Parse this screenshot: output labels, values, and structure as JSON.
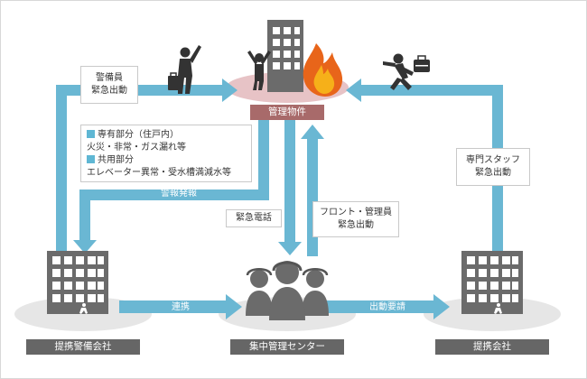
{
  "nodes": {
    "property": "管理物件",
    "security_company": "提携警備会社",
    "center": "集中管理センター",
    "partner": "提携会社"
  },
  "boxes": {
    "guard": {
      "line1": "警備員",
      "line2": "緊急出動"
    },
    "areas": {
      "private_head": "専有部分（住戸内）",
      "private_body": "火災・非常・ガス漏れ等",
      "common_head": "共用部分",
      "common_body": "エレベーター異常・受水槽満減水等"
    },
    "emergency_call": "緊急電話",
    "front": {
      "line1": "フロント・管理員",
      "line2": "緊急出動"
    },
    "staff": {
      "line1": "専門スタッフ",
      "line2": "緊急出動"
    }
  },
  "flows": {
    "alarm": "警報発報",
    "link": "連携",
    "dispatch_request": "出動要請"
  },
  "colors": {
    "arrow": "#6ab7d3",
    "label_bg": "#666666",
    "property_tag": "#a86a6a",
    "accent_square": "#5fb7d4",
    "building": "#6b6b6b",
    "ellipse": "#e6e6e6"
  }
}
